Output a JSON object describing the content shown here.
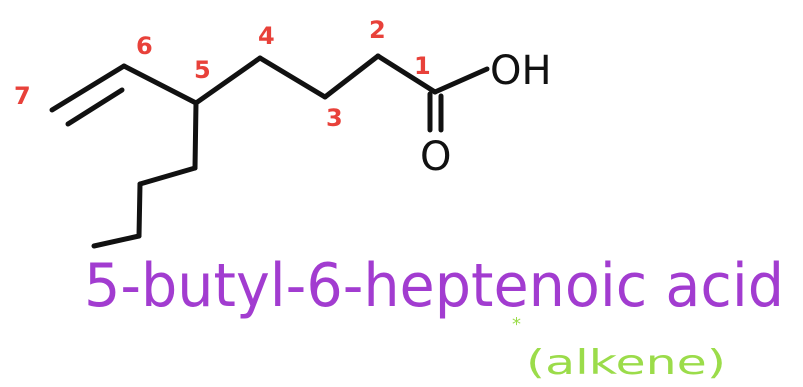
{
  "molecule": {
    "atoms": {
      "hydroxyl": "OH",
      "carbonyl_oxygen": "O"
    },
    "carbon_numbers": [
      "1",
      "2",
      "3",
      "4",
      "5",
      "6",
      "7"
    ]
  },
  "compound_name": "5-butyl-6-heptenoic acid",
  "note": {
    "star": "*",
    "text": "(alkene)"
  },
  "colors": {
    "bonds": "#111111",
    "numbers": "#e8413a",
    "name": "#a23cd0",
    "note": "#9bdc4a"
  }
}
